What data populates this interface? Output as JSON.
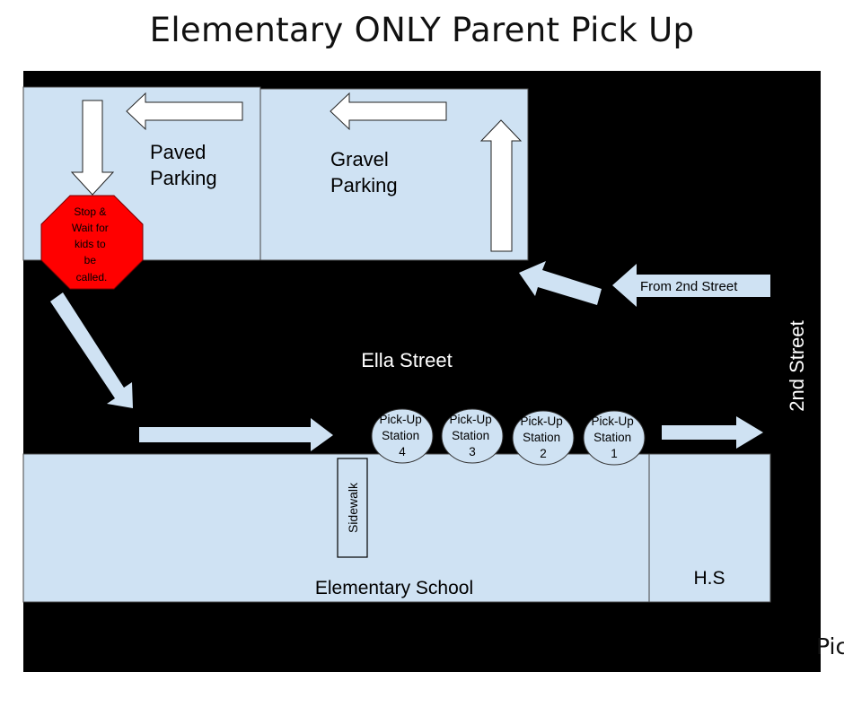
{
  "title": "Elementary ONLY Parent Pick Up",
  "colors": {
    "map_background": "#000000",
    "area_fill": "#cfe2f3",
    "arrow_fill": "#cfe2f3",
    "stop_sign": "#ff0000",
    "text_dark": "#000000",
    "text_light": "#ffffff"
  },
  "areas": {
    "paved_parking": [
      "Paved",
      "Parking"
    ],
    "gravel_parking": [
      "Gravel",
      "Parking"
    ],
    "elementary_school": "Elementary School",
    "high_school": "H.S"
  },
  "streets": {
    "ella_street": "Ella Street",
    "second_street": "2nd Street",
    "from_second_street": "From 2nd Street"
  },
  "stop_sign": [
    "Stop &",
    "Wait for",
    "kids to",
    "be",
    "called."
  ],
  "sidewalk": "Sidewalk",
  "stations": [
    {
      "line1": "Pick-Up",
      "line2": "Station",
      "number": "4"
    },
    {
      "line1": "Pick-Up",
      "line2": "Station",
      "number": "3"
    },
    {
      "line1": "Pick-Up",
      "line2": "Station",
      "number": "2"
    },
    {
      "line1": "Pick-Up",
      "line2": "Station",
      "number": "1"
    }
  ],
  "cutoff_text": "Pic"
}
